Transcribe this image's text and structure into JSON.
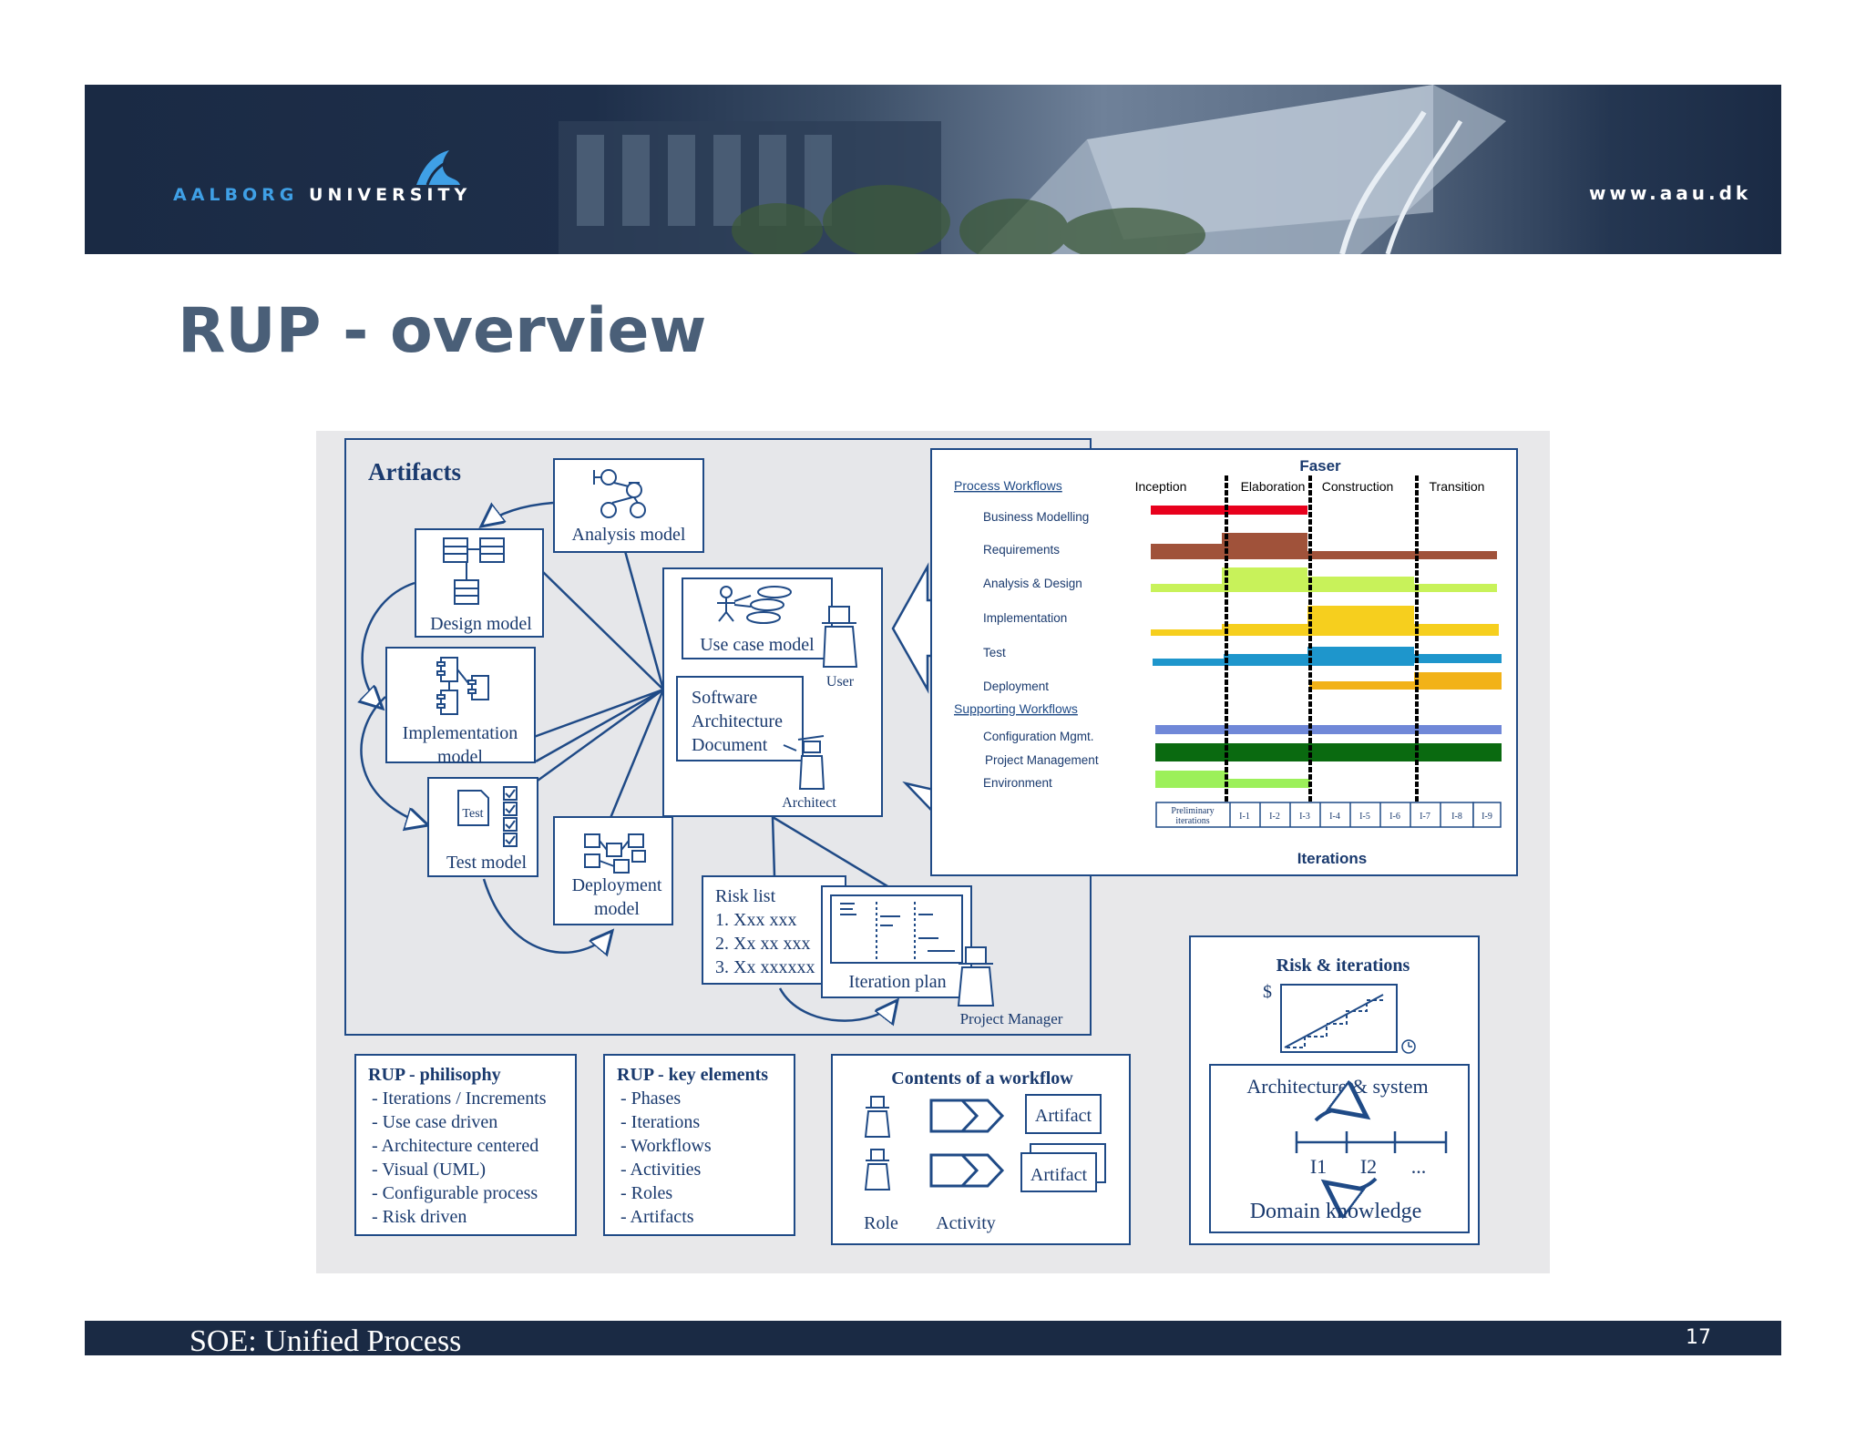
{
  "header": {
    "university_first": "AALBORG",
    "university_second": "UNIVERSITY",
    "url": "www.aau.dk"
  },
  "page_title": "RUP - overview",
  "artifacts": {
    "title": "Artifacts",
    "analysis_model": "Analysis model",
    "design_model": "Design model",
    "implementation_model_1": "Implementation",
    "implementation_model_2": "model",
    "test_model": "Test model",
    "test_label": "Test",
    "deployment_model_1": "Deployment",
    "deployment_model_2": "model",
    "use_case_model": "Use case model",
    "user": "User",
    "sad_1": "Software",
    "sad_2": "Architecture",
    "sad_3": "Document",
    "architect": "Architect",
    "risk_list": [
      "Risk list",
      "1. Xxx xxx",
      "2. Xx xx xxx",
      "3. Xx xxxxxx"
    ],
    "iteration_plan": "Iteration plan",
    "project_manager": "Project Manager"
  },
  "phases_chart": {
    "title": "Faser",
    "phases": [
      "Inception",
      "Elaboration",
      "Construction",
      "Transition"
    ],
    "process_workflows": "Process Workflows",
    "workflows": [
      "Business Modelling",
      "Requirements",
      "Analysis & Design",
      "Implementation",
      "Test",
      "Deployment"
    ],
    "supporting_workflows": "Supporting Workflows",
    "supporting": [
      "Configuration Mgmt.",
      "Project Management",
      "Environment"
    ],
    "iterations_first_1": "Preliminary",
    "iterations_first_2": "iterations",
    "iterations": [
      "I-1",
      "I-2",
      "I-3",
      "I-4",
      "I-5",
      "I-6",
      "I-7",
      "I-8",
      "I-9"
    ],
    "iterations_label": "Iterations",
    "colors": [
      "#e8001c",
      "#a0523a",
      "#c8f25a",
      "#f6cf1e",
      "#1e96cc",
      "#f2b218",
      "#7088d8",
      "#0a6a10",
      "#9cf05a"
    ]
  },
  "philosophy": {
    "title": "RUP - philisophy",
    "items": [
      "- Iterations / Increments",
      "- Use case driven",
      "- Architecture centered",
      "- Visual (UML)",
      "- Configurable process",
      "- Risk driven"
    ]
  },
  "key_elements": {
    "title": "RUP - key elements",
    "items": [
      "- Phases",
      "- Iterations",
      "- Workflows",
      "- Activities",
      "- Roles",
      "- Artifacts"
    ]
  },
  "workflow_contents": {
    "title": "Contents of a workflow",
    "artifact_1": "Artifact",
    "artifact_2": "Artifact",
    "role": "Role",
    "activity": "Activity"
  },
  "risk_iterations": {
    "title": "Risk & iterations",
    "currency": "$",
    "architecture": "Architecture & system",
    "i1": "I1",
    "i2": "I2",
    "ellipsis": "...",
    "domain": "Domain knowledge"
  },
  "footer": {
    "text": "SOE: Unified Process",
    "page": "17"
  }
}
